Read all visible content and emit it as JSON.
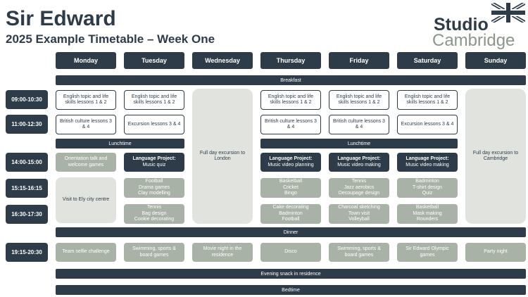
{
  "header": {
    "title": "Sir Edward",
    "subtitle": "2025 Example Timetable – Week One"
  },
  "logo": {
    "studio": "Studio",
    "cambridge": "Cambridge",
    "icon": "union-flag-icon"
  },
  "days": [
    "Monday",
    "Tuesday",
    "Wednesday",
    "Thursday",
    "Friday",
    "Saturday",
    "Sunday"
  ],
  "times": [
    "09:00-10:30",
    "11:00-12:30",
    "14:00-15:00",
    "15:15-16:15",
    "16:30-17:30",
    "19:15-20:30"
  ],
  "bands": {
    "breakfast": "Breakfast",
    "lunch": "Lunchtime",
    "dinner": "Dinner",
    "snack": "Evening snack in residence",
    "bedtime": "Bedtime"
  },
  "morning": {
    "english": "English topic and life skills lessons 1 & 2",
    "british": "British culture lessons 3 & 4",
    "excursion": "Excursion lessons 3 & 4"
  },
  "fullday": {
    "wednesday": "Full day excursion to London",
    "sunday": "Full day excursion to Cambridge"
  },
  "afternoon": {
    "monday_1400": "Orientation talk and welcome games",
    "monday_1515": "Visit to Ely city centre",
    "tuesday_1400": {
      "title": "Language Project:",
      "detail": "Music quiz"
    },
    "tuesday_1515": [
      "Football",
      "Drama games",
      "Clay modelling"
    ],
    "tuesday_1630": [
      "Tennis",
      "Bag design",
      "Cookie decorating"
    ],
    "thursday_1400": {
      "title": "Language Project:",
      "detail": "Music video planning"
    },
    "thursday_1515": [
      "Basketball",
      "Cricket",
      "Bingo"
    ],
    "thursday_1630": [
      "Cake decorating",
      "Badminton",
      "Football"
    ],
    "friday_1400": {
      "title": "Language Project:",
      "detail": "Music video making"
    },
    "friday_1515": [
      "Tennis",
      "Jazz aerobics",
      "Decoupage design"
    ],
    "friday_1630": [
      "Charcoal sketching",
      "Town visit",
      "Volleyball"
    ],
    "saturday_1400": {
      "title": "Language Project:",
      "detail": "Music video making"
    },
    "saturday_1515": [
      "Badminton",
      "T-shirt design",
      "Quiz"
    ],
    "saturday_1630": [
      "Basketball",
      "Mask making",
      "Rounders"
    ]
  },
  "evening": [
    "Team selfie challenge",
    "Swimming, sports & board games",
    "Movie night in the residence",
    "Disco",
    "Swimming, sports & board games",
    "Sir Edward Olympic games",
    "Party night"
  ],
  "colors": {
    "navy": "#2e3c4a",
    "sage": "#a9b2a6",
    "pale": "#e1e4de",
    "flag_red": "#c8102e"
  }
}
